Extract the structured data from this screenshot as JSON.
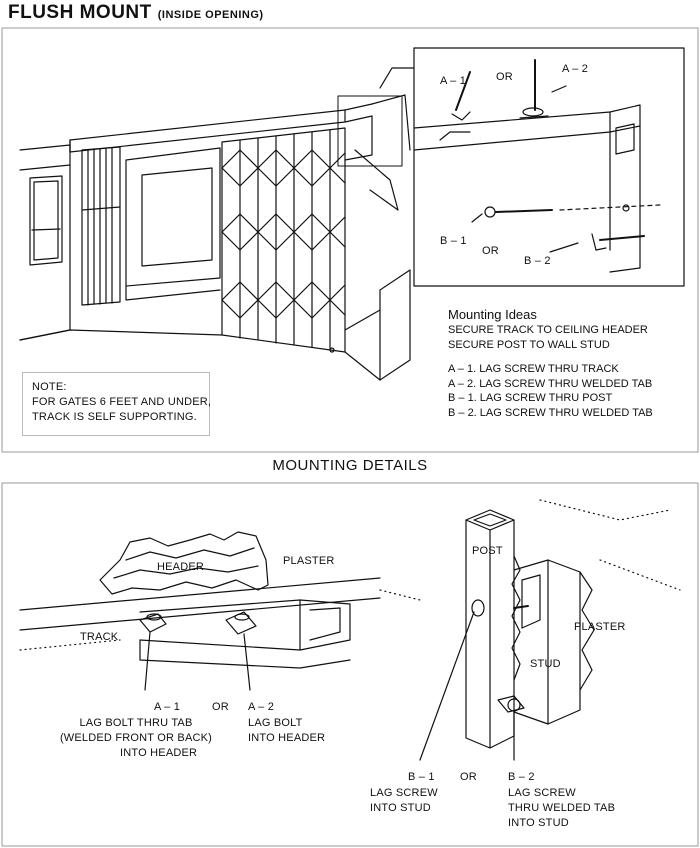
{
  "title": "FLUSH MOUNT",
  "subtitle": "(INSIDE OPENING)",
  "top_inset": {
    "label_a1": "A – 1",
    "or_top": "OR",
    "label_a2": "A – 2",
    "label_b1": "B – 1",
    "or_bottom": "OR",
    "label_b2": "B – 2"
  },
  "mounting_ideas": {
    "heading": "Mounting Ideas",
    "lines": [
      "SECURE TRACK TO CEILING HEADER",
      "SECURE POST TO WALL STUD",
      "",
      "A – 1. LAG SCREW THRU TRACK",
      "A – 2. LAG SCREW THRU WELDED TAB",
      "B – 1. LAG SCREW THRU POST",
      "B – 2. LAG SCREW THRU WELDED TAB"
    ]
  },
  "note": {
    "lines": [
      "NOTE:",
      "FOR GATES 6 FEET AND UNDER,",
      "TRACK IS SELF SUPPORTING."
    ]
  },
  "section_title": "MOUNTING DETAILS",
  "header_detail": {
    "header": "HEADER",
    "plaster": "PLASTER",
    "track": "TRACK",
    "a1": "A – 1",
    "or": "OR",
    "a2": "A – 2",
    "a1_desc": [
      "LAG BOLT THRU TAB",
      "(WELDED FRONT OR BACK)",
      "INTO HEADER"
    ],
    "a2_desc": [
      "LAG BOLT",
      "INTO HEADER"
    ]
  },
  "post_detail": {
    "post": "POST",
    "plaster": "PLASTER",
    "stud": "STUD",
    "b1": "B – 1",
    "or": "OR",
    "b2": "B – 2",
    "b1_desc": [
      "LAG SCREW",
      "INTO STUD"
    ],
    "b2_desc": [
      "LAG SCREW",
      "THRU WELDED TAB",
      "INTO STUD"
    ]
  }
}
